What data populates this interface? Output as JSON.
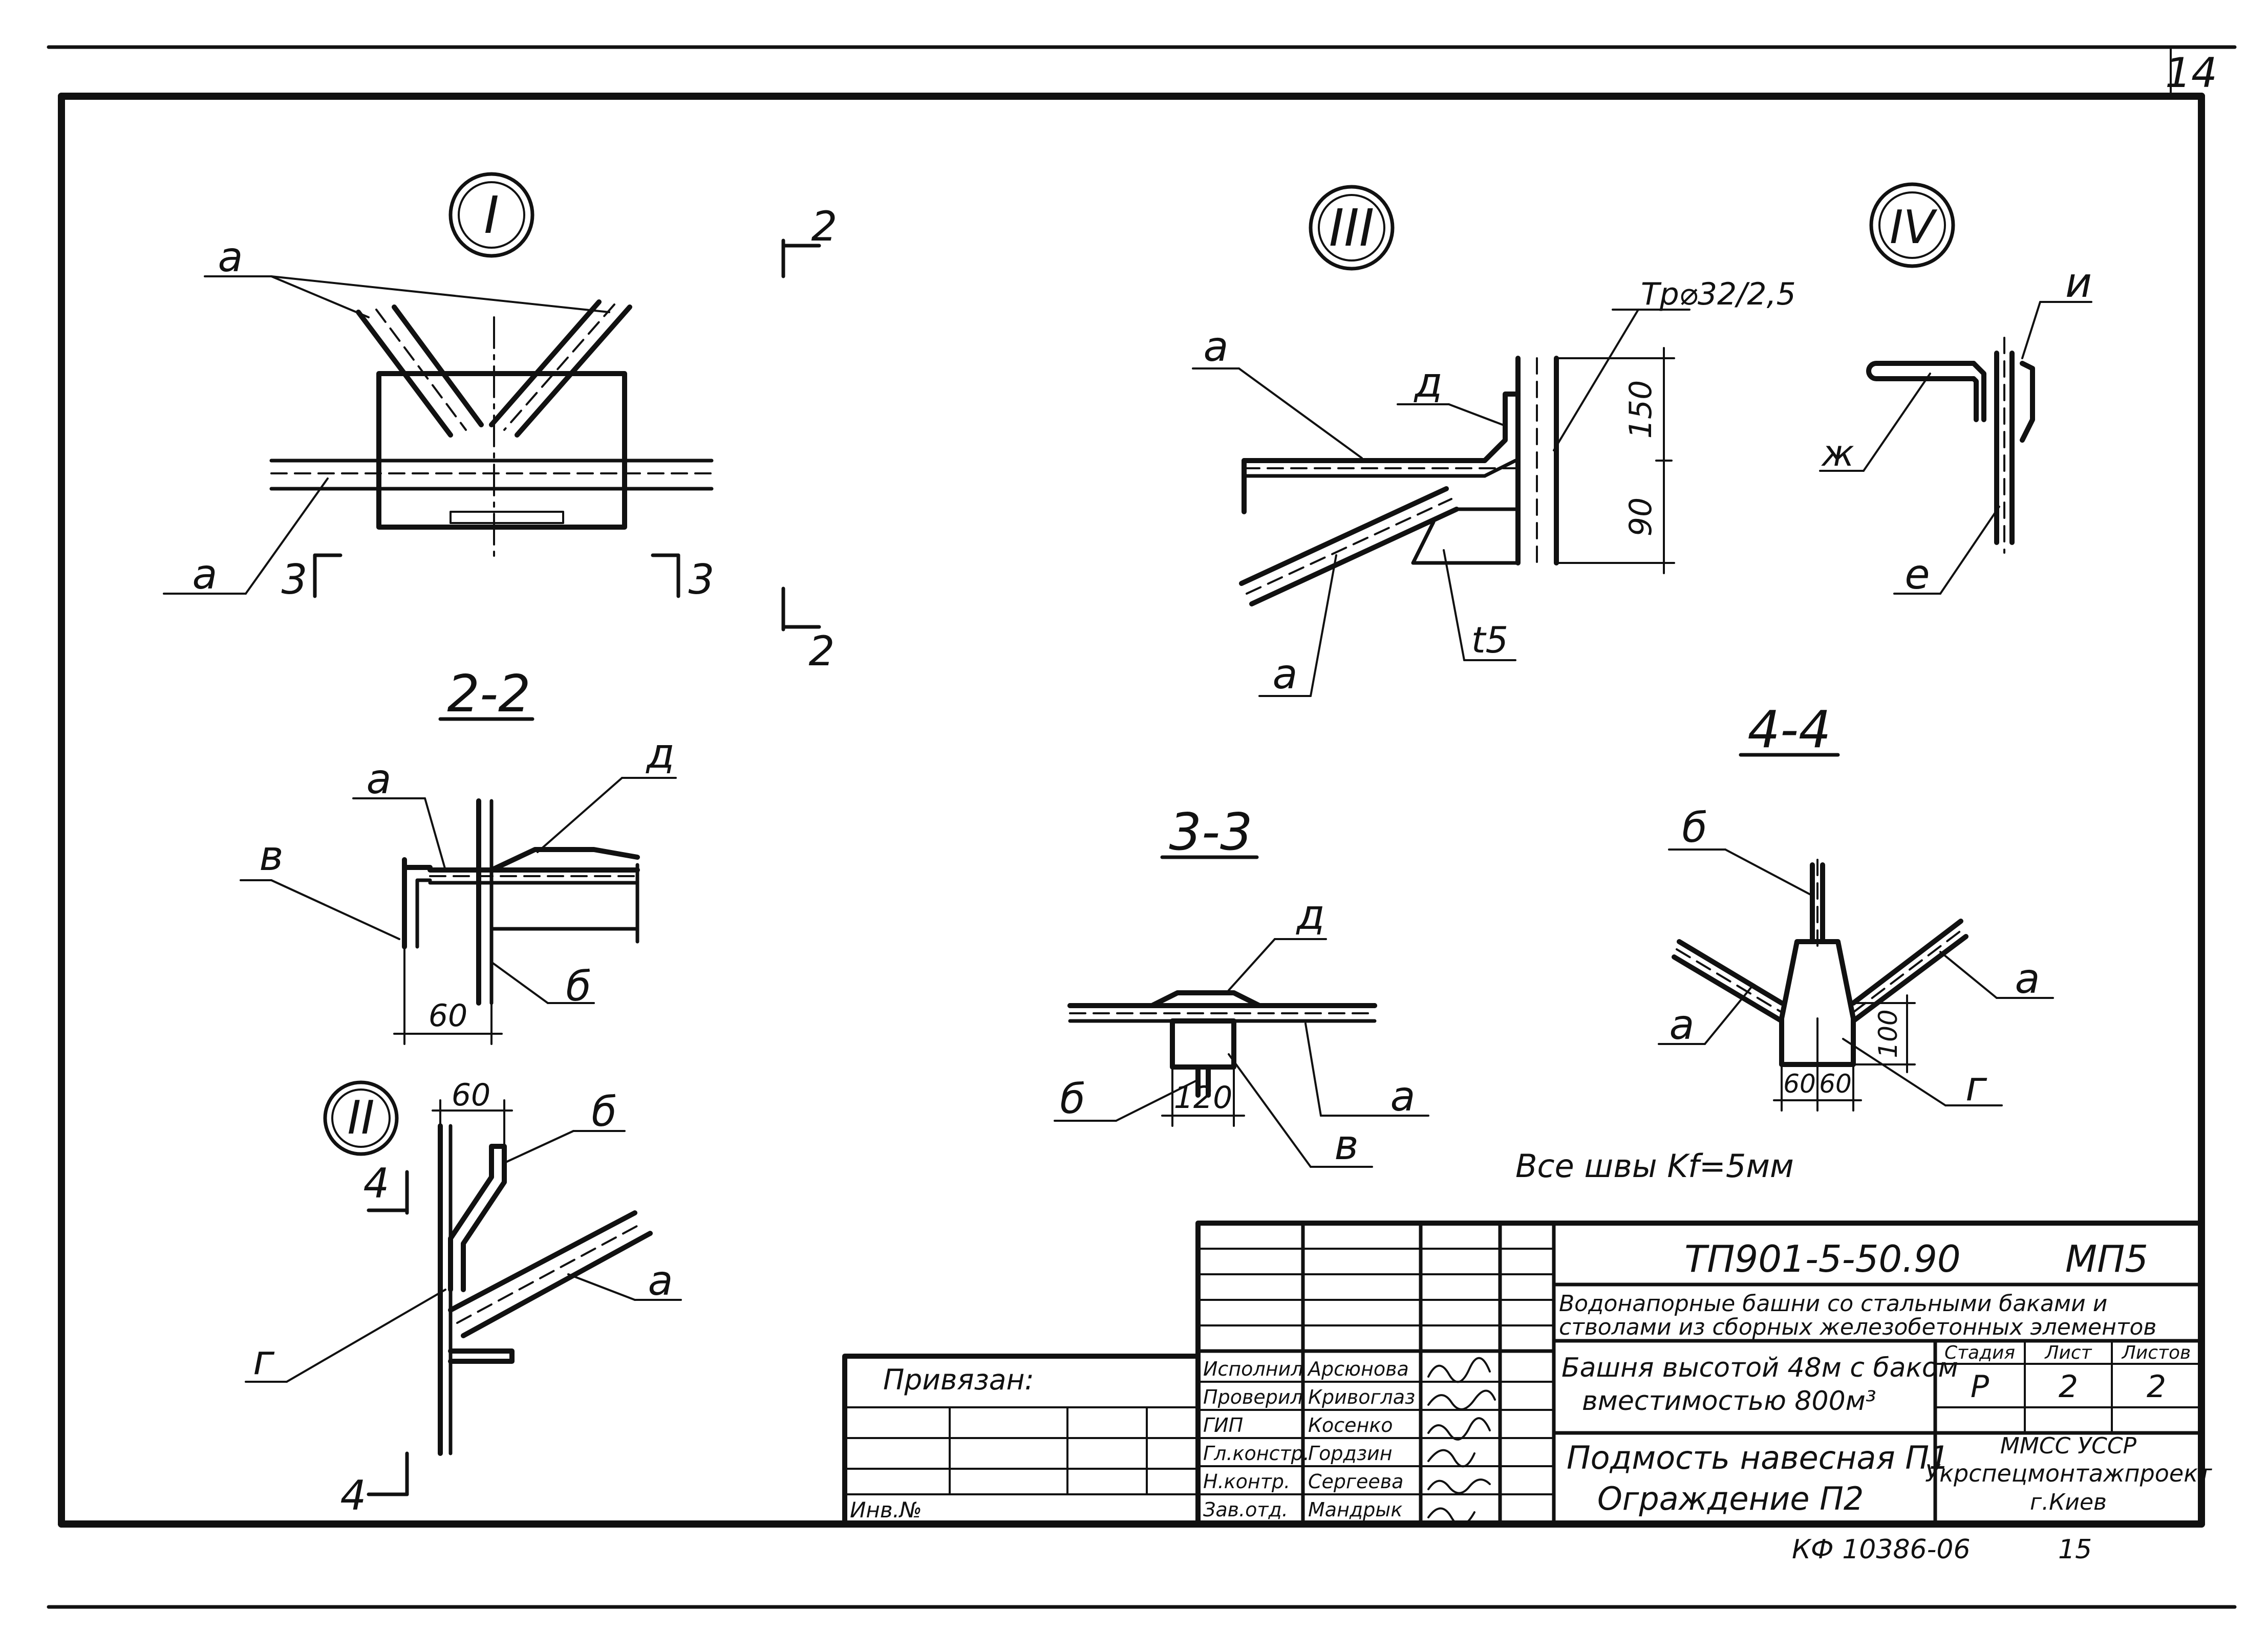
{
  "sheet": {
    "corner_number": "14",
    "footer_code": "КФ 10386-06",
    "footer_num": "15"
  },
  "views": {
    "node1": {
      "label": "I"
    },
    "node2": {
      "label": "II"
    },
    "node3": {
      "label": "III"
    },
    "node4": {
      "label": "IV"
    },
    "section22": {
      "label": "2-2"
    },
    "section33": {
      "label": "3-3"
    },
    "section44": {
      "label": "4-4"
    }
  },
  "cut_marks": {
    "cut2_top": "2",
    "cut2_bottom": "2",
    "cut3_left": "3",
    "cut3_right": "3",
    "cut4_top": "4",
    "cut4_bottom": "4"
  },
  "leaders": {
    "a": "а",
    "b": "б",
    "v": "в",
    "g": "г",
    "d": "д",
    "e": "е",
    "zh": "ж",
    "i": "и"
  },
  "dimensions": {
    "d60": "60",
    "d120": "120",
    "d100": "100",
    "d150": "150",
    "d90": "90",
    "pipe": "Тр⌀32/2,5",
    "t5": "t5"
  },
  "note": "Все швы Kf=5мм",
  "title_block": {
    "code": "ТП901-5-50.90",
    "mark": "МП5",
    "desc_line1": "Водонапорные башни со стальными баками и",
    "desc_line2": "стволами из сборных железобетонных элементов",
    "object_line1": "Башня высотой 48м с баком",
    "object_line2": "вместимостью 800м³",
    "sheet_line1": "Подмость навесная П1",
    "sheet_line2": "Ограждение П2",
    "stage_header": "Стадия",
    "sheet_header": "Лист",
    "sheets_header": "Листов",
    "stage": "Р",
    "sheet_no": "2",
    "sheets_total": "2",
    "org_line1": "ММСС УССР",
    "org_line2": "Укрспецмонтажпроект",
    "org_line3": "г.Киев",
    "bound_label": "Привязан:",
    "inv_label": "Инв.№",
    "signatures": [
      {
        "role": "Исполнил",
        "name": "Арсюнова"
      },
      {
        "role": "Проверил",
        "name": "Кривоглаз"
      },
      {
        "role": "ГИП",
        "name": "Косенко"
      },
      {
        "role": "Гл.констр.",
        "name": "Гордзин"
      },
      {
        "role": "Н.контр.",
        "name": "Сергеева"
      },
      {
        "role": "Зав.отд.",
        "name": "Мандрык"
      }
    ]
  }
}
